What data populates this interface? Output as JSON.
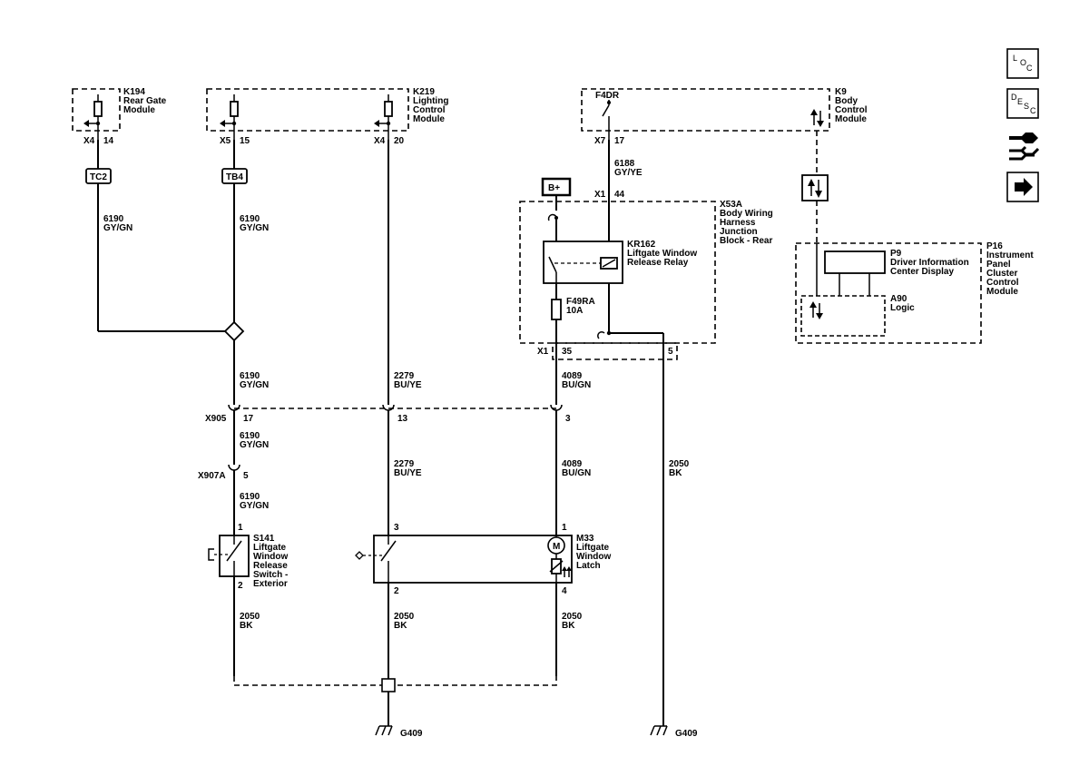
{
  "modules": {
    "k194": {
      "ref": "K194",
      "name": [
        "Rear Gate",
        "Module"
      ],
      "conn": "X4",
      "pin": "14"
    },
    "k219": {
      "ref": "K219",
      "name": [
        "Lighting",
        "Control",
        "Module"
      ],
      "conn_a": "X5",
      "pin_a": "15",
      "conn_b": "X4",
      "pin_b": "20"
    },
    "k9": {
      "ref": "K9",
      "name": [
        "Body",
        "Control",
        "Module"
      ],
      "fuse": "F4DR",
      "conn": "X7",
      "pin": "17"
    },
    "x53a": {
      "ref": "X53A",
      "name": [
        "Body Wiring",
        "Harness",
        "Junction",
        "Block - Rear"
      ],
      "conn_top": "X1",
      "pin_top": "44",
      "conn_bottom": "X1",
      "pin_bottom_a": "35",
      "pin_bottom_b": "5"
    },
    "kr162": {
      "ref": "KR162",
      "name": [
        "Liftgate Window",
        "Release Relay"
      ]
    },
    "f49ra": {
      "ref": "F49RA",
      "rating": "10A"
    },
    "bplus": "B+",
    "p16": {
      "ref": "P16",
      "name": [
        "Instrument",
        "Panel",
        "Cluster",
        "Control",
        "Module"
      ]
    },
    "p9": {
      "ref": "P9",
      "name": [
        "Driver Information",
        "Center Display"
      ]
    },
    "a90": {
      "ref": "A90",
      "name": [
        "Logic"
      ]
    },
    "s141": {
      "ref": "S141",
      "name": [
        "Liftgate",
        "Window",
        "Release",
        "Switch -",
        "Exterior"
      ],
      "pin_top": "1",
      "pin_bottom": "2"
    },
    "m33": {
      "ref": "M33",
      "name": [
        "Liftgate",
        "Window",
        "Latch"
      ],
      "pin_top": "1",
      "pin_bottom": "4",
      "motor": "M"
    },
    "switch2": {
      "pin_top": "3",
      "pin_bottom": "2"
    }
  },
  "splices": {
    "tc2": "TC2",
    "tb4": "TB4"
  },
  "connectors": {
    "x905": {
      "ref": "X905",
      "pin_a": "17",
      "pin_b": "13",
      "pin_c": "3"
    },
    "x907a": {
      "ref": "X907A",
      "pin": "5"
    }
  },
  "wires": {
    "w6190_a": [
      "6190",
      "GY/GN"
    ],
    "w6190_b": [
      "6190",
      "GY/GN"
    ],
    "w6190_c": [
      "6190",
      "GY/GN"
    ],
    "w6190_d": [
      "6190",
      "GY/GN"
    ],
    "w6190_e": [
      "6190",
      "GY/GN"
    ],
    "w6188": [
      "6188",
      "GY/YE"
    ],
    "w2279_a": [
      "2279",
      "BU/YE"
    ],
    "w2279_b": [
      "2279",
      "BU/YE"
    ],
    "w4089_a": [
      "4089",
      "BU/GN"
    ],
    "w4089_b": [
      "4089",
      "BU/GN"
    ],
    "w2050_a": [
      "2050",
      "BK"
    ],
    "w2050_b": [
      "2050",
      "BK"
    ],
    "w2050_c": [
      "2050",
      "BK"
    ],
    "w2050_d": [
      "2050",
      "BK"
    ]
  },
  "grounds": {
    "g1": "G409",
    "g2": "G409"
  },
  "nav": {
    "loc": [
      "L",
      "O",
      "C"
    ],
    "desc": [
      "D",
      "E",
      "S",
      "C"
    ],
    "icons": [
      "connector-icon",
      "arrow-right-icon"
    ]
  }
}
